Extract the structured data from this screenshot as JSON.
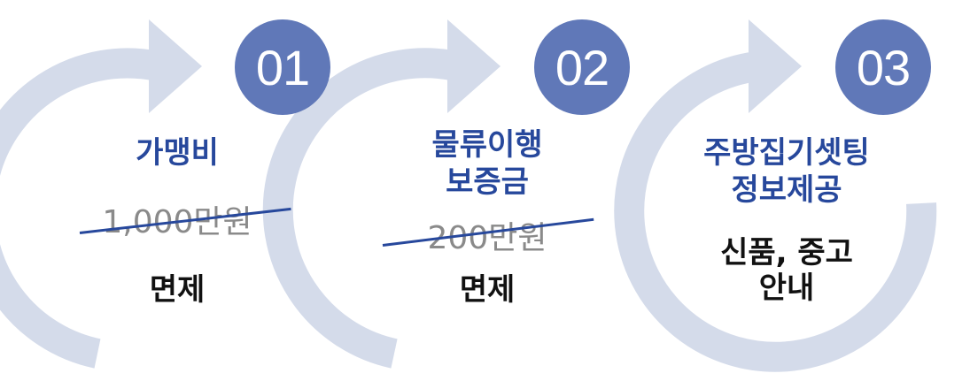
{
  "colors": {
    "arrow": "#d4dbea",
    "badge": "#6078b8",
    "title": "#27489c",
    "strike": "#27489c",
    "price": "#8a8a8a",
    "note": "#111111"
  },
  "steps": [
    {
      "number": "01",
      "title_lines": [
        "가맹비"
      ],
      "original_price": "1,000만원",
      "note_lines": [
        "면제"
      ]
    },
    {
      "number": "02",
      "title_lines": [
        "물류이행",
        "보증금"
      ],
      "original_price": "200만원",
      "note_lines": [
        "면제"
      ]
    },
    {
      "number": "03",
      "title_lines": [
        "주방집기셋팅",
        "정보제공"
      ],
      "original_price": "",
      "note_lines": [
        "신품, 중고",
        "안내"
      ]
    }
  ]
}
